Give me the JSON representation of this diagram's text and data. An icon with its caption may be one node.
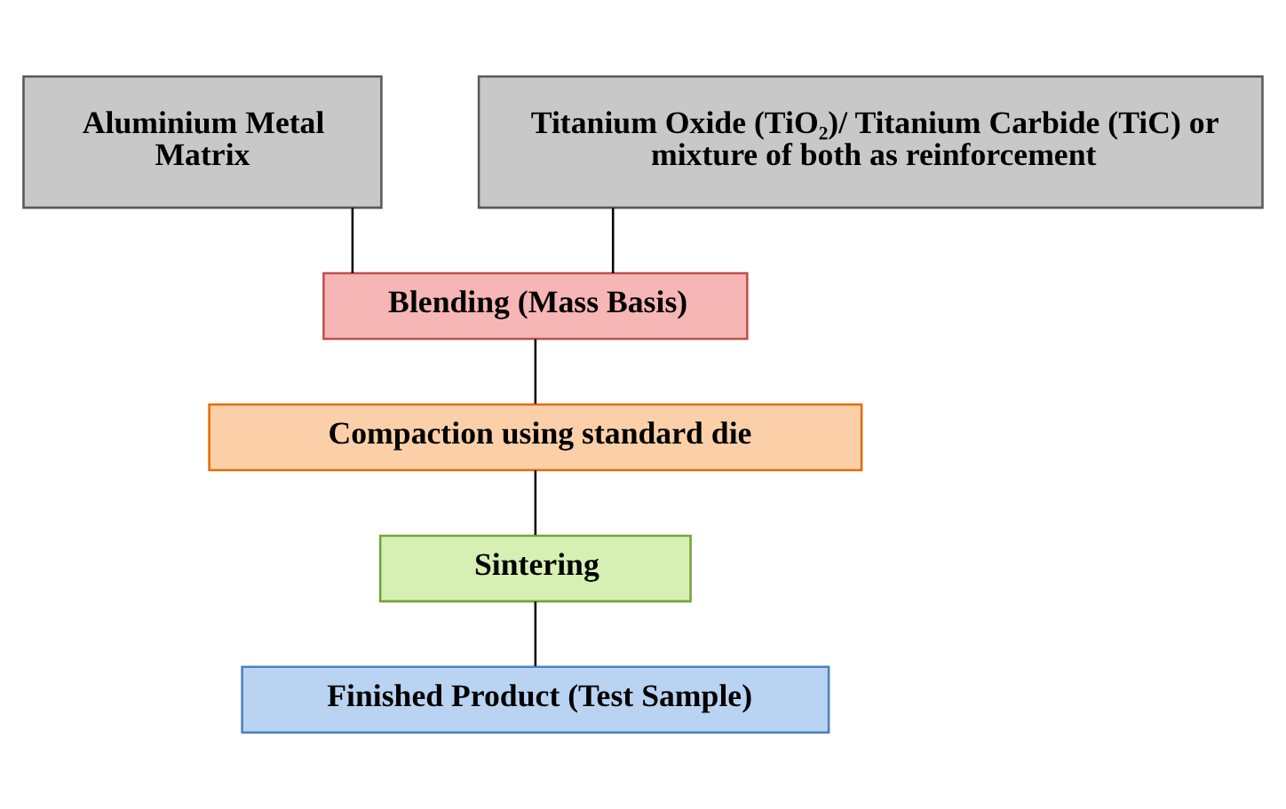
{
  "diagram": {
    "nodes": [
      {
        "text": [
          "Aluminium Metal Matrix"
        ]
      },
      {
        "text": [
          "Titanium Oxide (TiO₂)/ Titanium Carbide (TiC) or mixture of both as reinforcement"
        ]
      },
      {
        "text": [
          "Blending (Mass Basis)"
        ]
      },
      {
        "text": [
          "Compaction using standard die"
        ]
      },
      {
        "text": [
          "Sintering"
        ]
      },
      {
        "text": [
          "Finished Product (Test Sample)"
        ]
      }
    ],
    "edges": [
      {
        "from": 0,
        "to": 2,
        "arrow": "none"
      },
      {
        "from": 1,
        "to": 2,
        "arrow": "none"
      },
      {
        "from": 2,
        "to": 3,
        "arrow": "none"
      },
      {
        "from": 3,
        "to": 4,
        "arrow": "none"
      },
      {
        "from": 4,
        "to": 5,
        "arrow": "none"
      }
    ]
  }
}
